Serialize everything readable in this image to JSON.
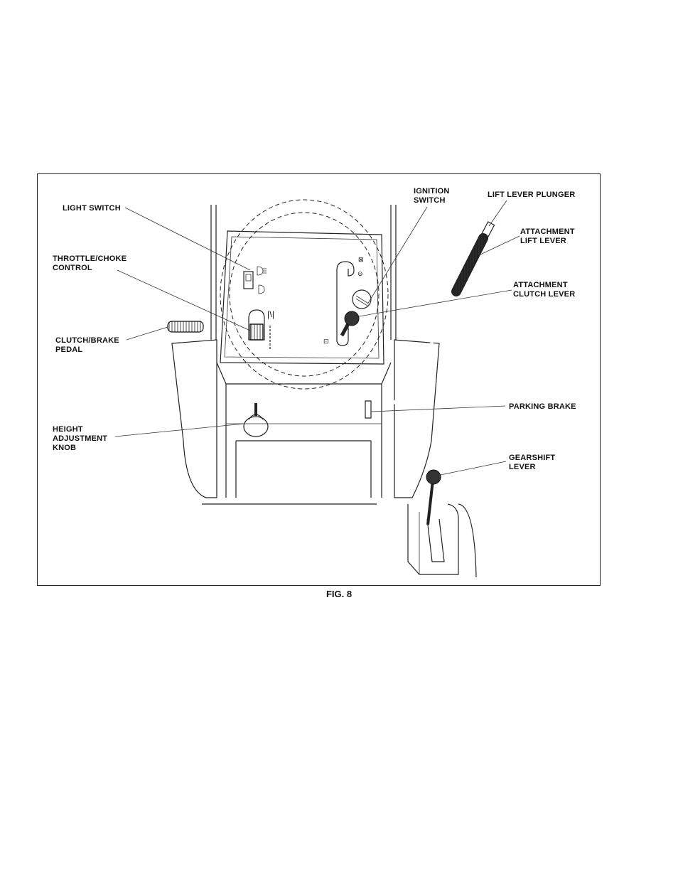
{
  "labels": {
    "light_switch": "LIGHT SWITCH",
    "throttle_choke_1": "THROTTLE/CHOKE",
    "throttle_choke_2": "CONTROL",
    "clutch_brake_1": "CLUTCH/BRAKE",
    "clutch_brake_2": "PEDAL",
    "height_adj_1": "HEIGHT",
    "height_adj_2": "ADJUSTMENT",
    "height_adj_3": "KNOB",
    "ignition_1": "IGNITION",
    "ignition_2": "SWITCH",
    "lift_plunger": "LIFT LEVER PLUNGER",
    "attach_lift_1": "ATTACHMENT",
    "attach_lift_2": "LIFT LEVER",
    "attach_clutch_1": "ATTACHMENT",
    "attach_clutch_2": "CLUTCH LEVER",
    "parking_brake": "PARKING BRAKE",
    "gearshift_1": "GEARSHIFT",
    "gearshift_2": "LEVER"
  },
  "caption": "FIG. 8",
  "colors": {
    "ink": "#222222",
    "background": "#ffffff"
  }
}
